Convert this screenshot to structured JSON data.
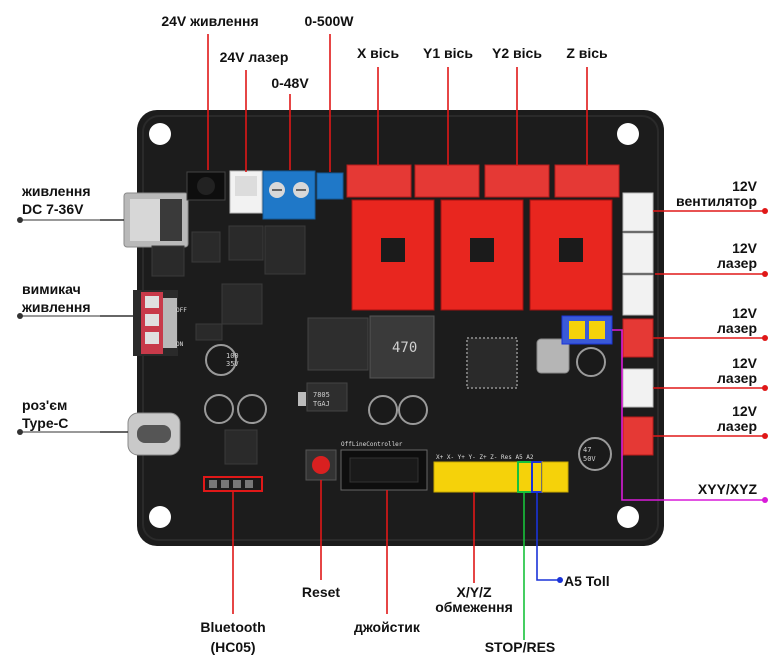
{
  "labels": {
    "power_24v": "24V живлення",
    "laser_24v": "24V лазер",
    "range_0_48": "0-48V",
    "range_0_500": "0-500W",
    "x_axis": "X вісь",
    "y1_axis": "Y1 вісь",
    "y2_axis": "Y2 вісь",
    "z_axis": "Z вісь",
    "dc_power_l1": "живлення",
    "dc_power_l2": "DC 7-36V",
    "switch_l1": "вимикач",
    "switch_l2": "живлення",
    "typec_l1": "роз'єм",
    "typec_l2": "Type-C",
    "fan_l1": "12V",
    "fan_l2": "вентилятор",
    "laser1_l1": "12V",
    "laser1_l2": "лазер",
    "laser2_l1": "12V",
    "laser2_l2": "лазер",
    "laser3_l1": "12V",
    "laser3_l2": "лазер",
    "laser4_l1": "12V",
    "laser4_l2": "лазер",
    "xyy_xyz": "XYY/XYZ",
    "a5_toll": "A5 Toll",
    "reset": "Reset",
    "limits_l1": "X/Y/Z",
    "limits_l2": "обмеження",
    "stop_res": "STOP/RES",
    "joystick": "джойстик",
    "bluetooth_l1": "Bluetooth",
    "bluetooth_l2": "(HC05)"
  },
  "board": {
    "inductor_marking": "470",
    "regulator_marking": "7805",
    "regulator_sub": "TGAJ",
    "cap_marking": "100",
    "cap_volt": "35V",
    "big_cap_marking": "47",
    "big_cap_volt": "50V",
    "port_label": "OffLineController",
    "silk_xyz": "X+ X- Y+ Y- Z+ Z- Res A5 A2",
    "switch_off": "OFF",
    "switch_on": "ON"
  },
  "colors": {
    "board": "#1c1c1c",
    "driver_red": "#e8261f",
    "connector_red": "#e53935",
    "connector_white": "#f2f2f2",
    "terminal_blue": "#1f78c8",
    "pin_yellow": "#f5d20a",
    "leader_red": "#e01818",
    "leader_magenta": "#d81bd8",
    "leader_green": "#17c23a",
    "leader_blue": "#1a33d8"
  }
}
